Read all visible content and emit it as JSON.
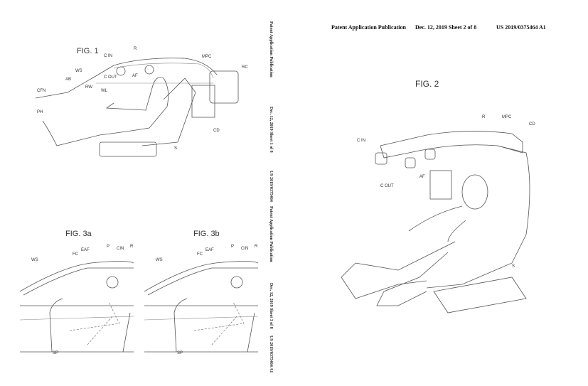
{
  "left_sheet_1": {
    "figure_label": "FIG. 1",
    "labels": [
      "R",
      "C IN",
      "MPC",
      "RC",
      "WS",
      "AB",
      "C OUT",
      "AF",
      "RW",
      "WL",
      "CFN",
      "PH",
      "CD",
      "S"
    ],
    "side_header": [
      "Patent Application Publication",
      "Dec. 12, 2019  Sheet 1 of 8",
      "US 2019/0375464"
    ]
  },
  "left_sheet_3": {
    "fig_a": {
      "figure_label": "FIG. 3a",
      "labels": [
        "WS",
        "FC",
        "EAF",
        "P",
        "CIN",
        "R",
        "SP"
      ]
    },
    "fig_b": {
      "figure_label": "FIG. 3b",
      "labels": [
        "WS",
        "FC",
        "EAF",
        "P",
        "CIN",
        "R",
        "SP"
      ]
    },
    "side_header": [
      "Patent Application Publication",
      "Dec. 12, 2019  Sheet 3 of 8",
      "US 2019/0375464 A1"
    ]
  },
  "right_sheet_2": {
    "header": {
      "left": "Patent Application Publication",
      "middle": "Dec. 12, 2019  Sheet 2 of 8",
      "right": "US 2019/0375464 A1"
    },
    "figure_label": "FIG. 2",
    "labels": [
      "C IN",
      "R",
      "MPC",
      "CD",
      "C OUT",
      "AF",
      "S"
    ]
  }
}
